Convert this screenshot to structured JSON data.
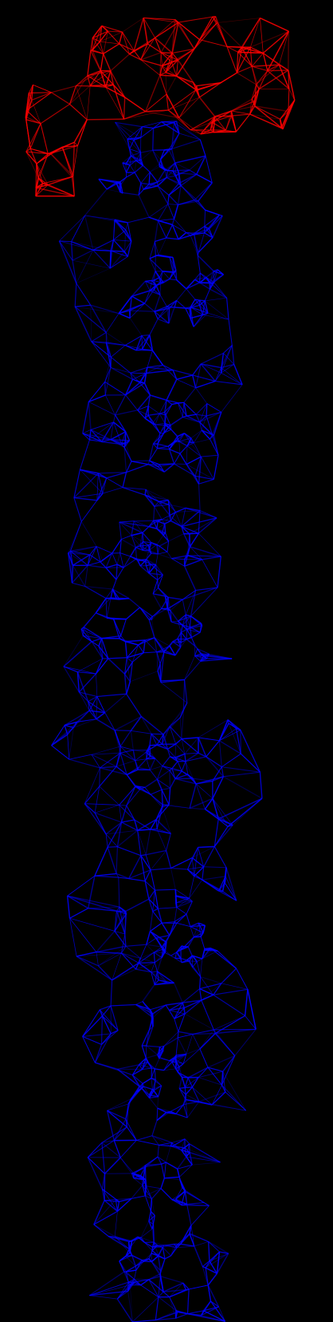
{
  "background_color": "#000000",
  "graph": {
    "type": "network-graph",
    "clusters": [
      {
        "name": "red-cluster",
        "color": "#ff0000",
        "position": "top"
      },
      {
        "name": "blue-cluster",
        "color": "#0000ff",
        "position": "main-column"
      }
    ]
  }
}
